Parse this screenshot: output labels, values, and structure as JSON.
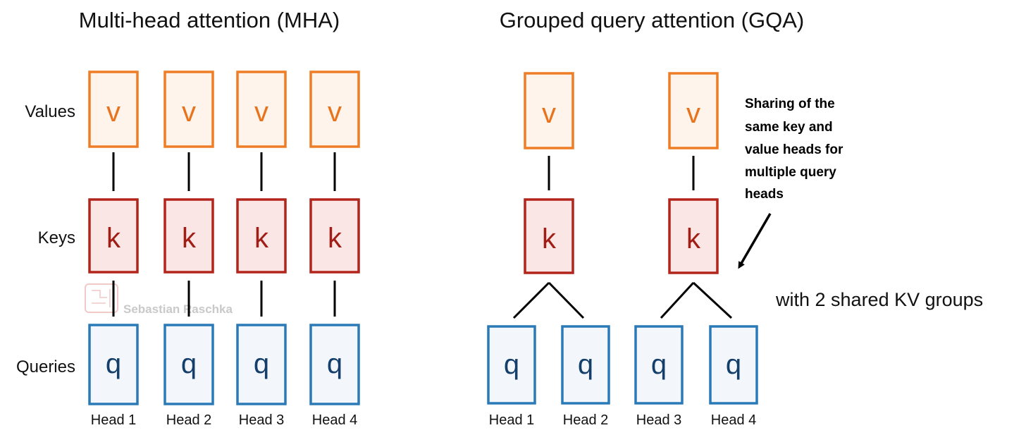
{
  "mha": {
    "title": "Multi-head attention (MHA)",
    "row_labels": {
      "values": "Values",
      "keys": "Keys",
      "queries": "Queries"
    },
    "heads": [
      {
        "label": "Head 1",
        "v": "v",
        "k": "k",
        "q": "q"
      },
      {
        "label": "Head 2",
        "v": "v",
        "k": "k",
        "q": "q"
      },
      {
        "label": "Head 3",
        "v": "v",
        "k": "k",
        "q": "q"
      },
      {
        "label": "Head 4",
        "v": "v",
        "k": "k",
        "q": "q"
      }
    ]
  },
  "gqa": {
    "title": "Grouped query attention (GQA)",
    "groups": [
      {
        "v": "v",
        "k": "k",
        "heads": [
          {
            "label": "Head 1",
            "q": "q"
          },
          {
            "label": "Head 2",
            "q": "q"
          }
        ]
      },
      {
        "v": "v",
        "k": "k",
        "heads": [
          {
            "label": "Head 3",
            "q": "q"
          },
          {
            "label": "Head 4",
            "q": "q"
          }
        ]
      }
    ],
    "annotation": [
      "Sharing of the",
      "same key and",
      "value heads for",
      "multiple query",
      "heads"
    ],
    "groups_note": "with 2 shared KV groups"
  },
  "watermark": "Sebastian Raschka",
  "colors": {
    "value_stroke": "#ee7d26",
    "value_fill": "#fef4ec",
    "value_text": "#e8731c",
    "key_stroke": "#b3241b",
    "key_fill": "#f9e6e5",
    "key_text": "#a11e16",
    "query_stroke": "#2b7ab8",
    "query_fill": "#f3f6fb",
    "query_text": "#133f6a",
    "line": "#000000"
  }
}
